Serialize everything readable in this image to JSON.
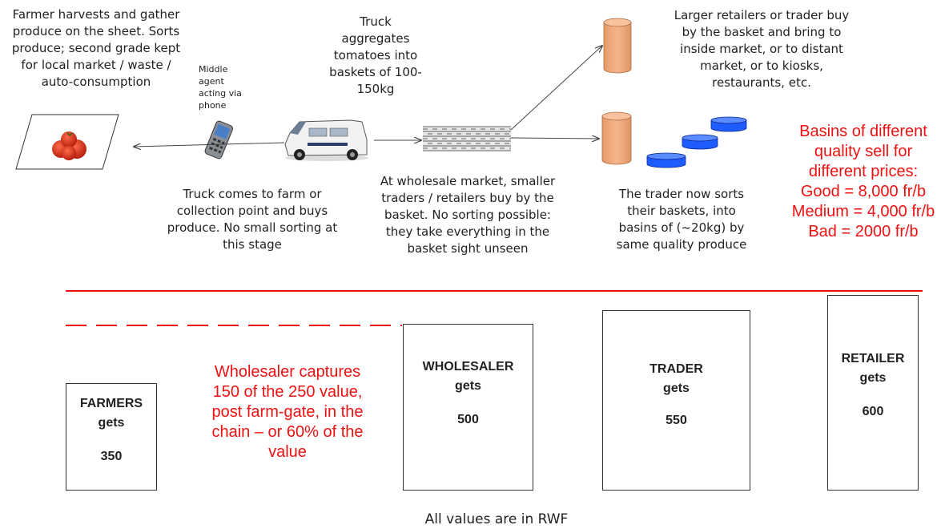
{
  "annotations": {
    "farmer_text": "Farmer harvests and gather\nproduce on the sheet. Sorts\nproduce; second grade kept\nfor local market / waste /\nauto-consumption",
    "middle_agent": "Middle\nagent\nacting via\nphone",
    "truck_text": "Truck\naggregates\ntomatoes into\nbaskets of 100-\n150kg",
    "retailers_text": "Larger retailers or trader buy\nby the basket and bring to\ninside market, or to distant\nmarket, or to kiosks,\nrestaurants, etc.",
    "truck_buys": "Truck comes to farm or\ncollection point and buys\nproduce. No small sorting at\nthis stage",
    "wholesale_text": "At wholesale market, smaller\ntraders / retailers buy by the\nbasket. No sorting possible:\nthey take everything in the\nbasket sight unseen",
    "trader_sorts": "The trader now sorts\ntheir baskets, into\nbasins of (~20kg) by\nsame quality produce",
    "basins_text": "Basins of different\nquality sell for\ndifferent prices:\nGood = 8,000 fr/b\nMedium = 4,000 fr/b\nBad = 2000 fr/b",
    "wholesaler_captures": "Wholesaler captures\n150 of the 250 value,\npost farm-gate, in the\nchain – or 60% of the\nvalue"
  },
  "value_boxes": [
    {
      "name": "FARMERS",
      "gets": "gets",
      "value": "350"
    },
    {
      "name": "WHOLESALER",
      "gets": "gets",
      "value": "500"
    },
    {
      "name": "TRADER",
      "gets": "gets",
      "value": "550"
    },
    {
      "name": "RETAILER",
      "gets": "gets",
      "value": "600"
    }
  ],
  "footer": "All values are in RWF",
  "colors": {
    "accent_red": "#ee1111",
    "cylinder_orange": "#f4b183",
    "basin_blue": "#1f5cff",
    "tomato_red": "#d42a12"
  },
  "icons": [
    "tomatoes-icon",
    "mobile-phone-icon",
    "truck-icon",
    "basket-bundle-icon",
    "cylinder-icon",
    "basin-icon"
  ]
}
